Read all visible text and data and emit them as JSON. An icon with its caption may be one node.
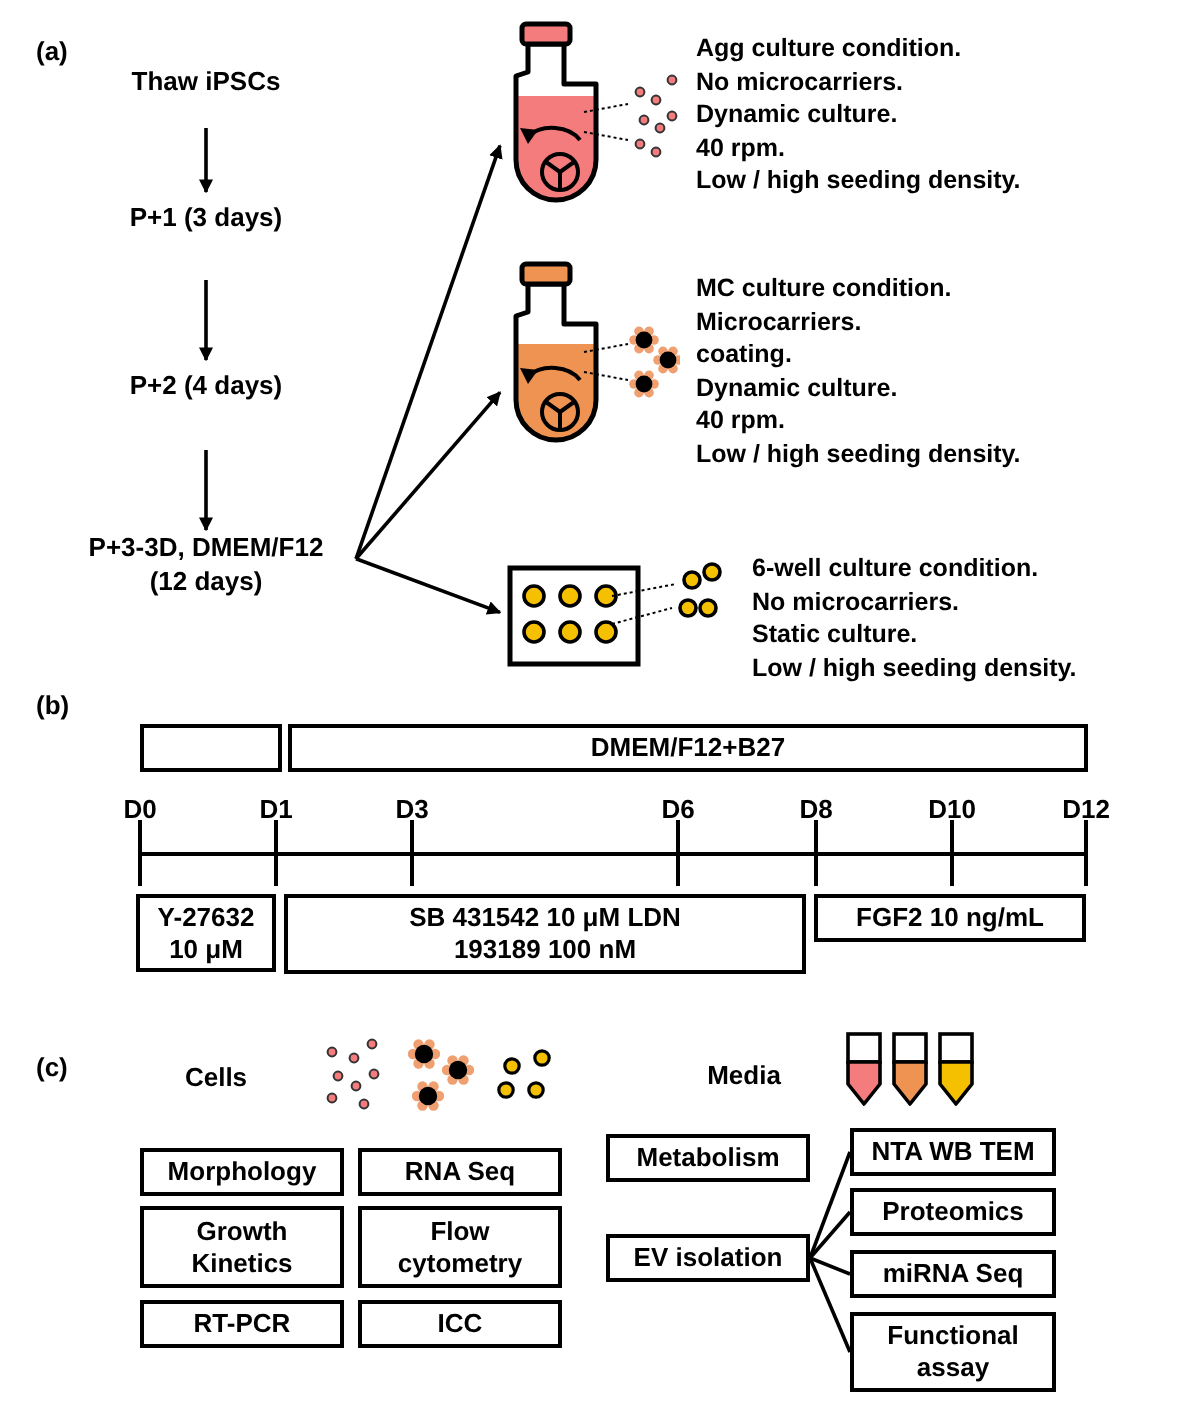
{
  "diagram": {
    "nodes": [
      {
        "text": [
          "Thaw iPSCs"
        ]
      },
      {
        "text": [
          "P+1 (3 days)"
        ]
      },
      {
        "text": [
          "P+2 (4 days)"
        ]
      },
      {
        "text": [
          "P+3-3D, DMEM/F12 (12 days)"
        ]
      },
      {
        "text": [],
        "shape": "picture",
        "beside": [
          "Agg culture condition.",
          "No microcarriers.",
          "Dynamic culture.",
          "40 rpm.",
          "Low / high seeding density."
        ]
      },
      {
        "text": [],
        "shape": "picture",
        "beside": [
          "MC culture condition.",
          "Microcarriers.",
          "coating.",
          "Dynamic culture.",
          "40 rpm.",
          "Low / high seeding density."
        ]
      },
      {
        "text": [],
        "shape": "picture",
        "beside": [
          "6-well culture condition.",
          "No microcarriers.",
          "Static culture.",
          "Low / high seeding density."
        ]
      },
      {
        "text": [],
        "shape": "box"
      },
      {
        "text": [
          "DMEM/F12+B27"
        ]
      },
      {
        "text": [
          "Y-27632 10 μM"
        ]
      },
      {
        "text": [
          "SB 431542 10 μM LDN 193189 100 nM"
        ]
      },
      {
        "text": [
          "FGF2 10 ng/mL"
        ]
      },
      {
        "text": [
          "Morphology"
        ]
      },
      {
        "text": [
          "RNA Seq"
        ]
      },
      {
        "text": [
          "Growth Kinetics"
        ]
      },
      {
        "text": [
          "Flow cytometry"
        ]
      },
      {
        "text": [
          "RT-PCR"
        ]
      },
      {
        "text": [
          "ICC"
        ]
      },
      {
        "text": [
          "Metabolism"
        ]
      },
      {
        "text": [
          "EV isolation"
        ]
      },
      {
        "text": [
          "NTA WB TEM"
        ]
      },
      {
        "text": [
          "Proteomics"
        ]
      },
      {
        "text": [
          "miRNA Seq"
        ]
      },
      {
        "text": [
          "Functional assay"
        ]
      }
    ],
    "edges": [
      {
        "from": 0,
        "to": 1,
        "arrow": "to"
      },
      {
        "from": 1,
        "to": 2,
        "arrow": "to"
      },
      {
        "from": 2,
        "to": 3,
        "arrow": "to"
      },
      {
        "from": 3,
        "to": 4,
        "arrow": "to"
      },
      {
        "from": 3,
        "to": 5,
        "arrow": "to"
      },
      {
        "from": 3,
        "to": 6,
        "arrow": "to"
      },
      {
        "from": 19,
        "to": 20,
        "arrow": "none"
      },
      {
        "from": 19,
        "to": 21,
        "arrow": "none"
      },
      {
        "from": 19,
        "to": 22,
        "arrow": "none"
      },
      {
        "from": 19,
        "to": 23,
        "arrow": "none"
      }
    ],
    "labels": [
      "(a)",
      "(b)",
      "D0",
      "D1",
      "D3",
      "D6",
      "D8",
      "D10",
      "D12",
      "(c)",
      "Cells",
      "Media"
    ]
  }
}
